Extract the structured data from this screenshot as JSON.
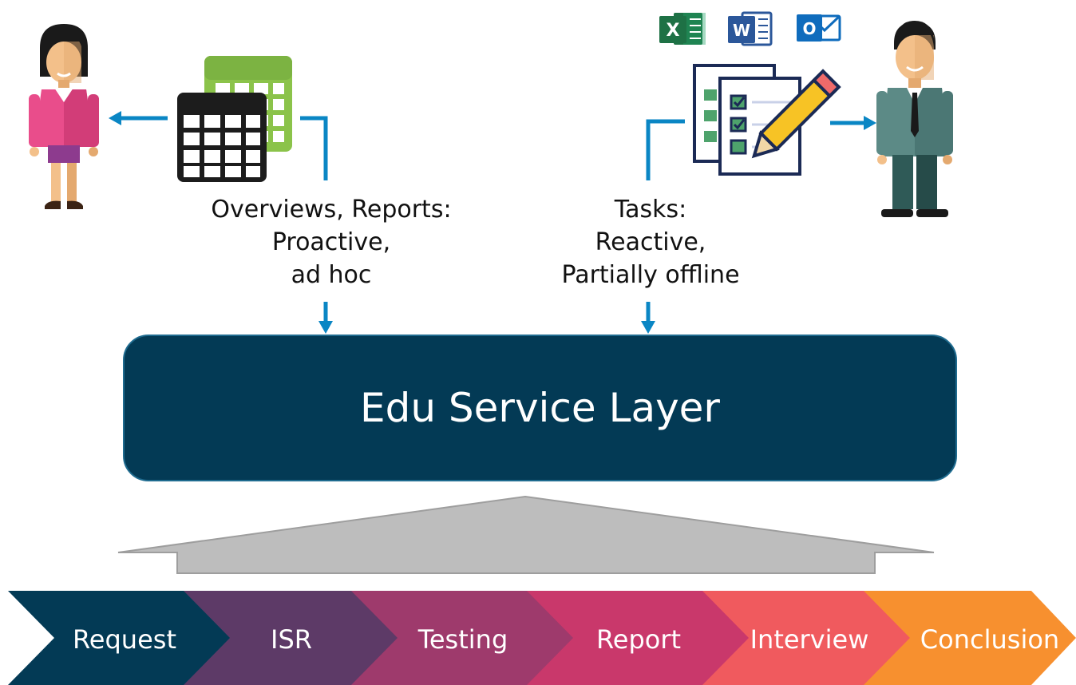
{
  "service_layer": {
    "title": "Edu Service Layer"
  },
  "reports_caption": {
    "line1": "Overviews, Reports:",
    "line2": "Proactive,",
    "line3": "ad hoc"
  },
  "tasks_caption": {
    "line1": "Tasks:",
    "line2": "Reactive,",
    "line3": "Partially offline"
  },
  "app_icons": [
    {
      "name": "excel-icon",
      "letter": "X",
      "color": "#1e7145"
    },
    {
      "name": "word-icon",
      "letter": "W",
      "color": "#2b579a"
    },
    {
      "name": "outlook-icon",
      "letter": "O",
      "color": "#0f6cbd"
    }
  ],
  "process_steps": [
    {
      "label": "Request",
      "color": "#033a55"
    },
    {
      "label": "ISR",
      "color": "#5d3a67"
    },
    {
      "label": "Testing",
      "color": "#9e3a6c"
    },
    {
      "label": "Report",
      "color": "#c9386b"
    },
    {
      "label": "Interview",
      "color": "#f05a5e"
    },
    {
      "label": "Conclusion",
      "color": "#f7902f"
    }
  ],
  "colors": {
    "connector": "#0a86c4",
    "layer_fill": "#033a55",
    "platform": "#bdbdbd"
  }
}
